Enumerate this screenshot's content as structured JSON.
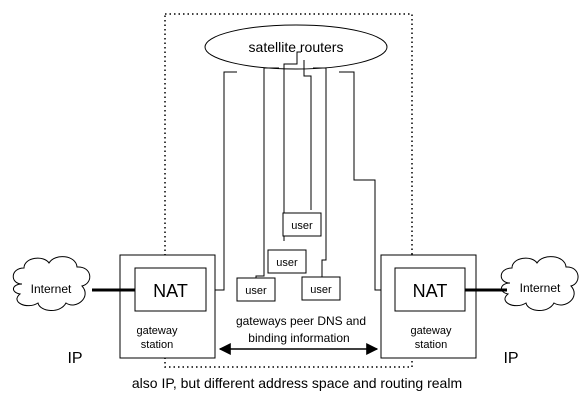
{
  "satellite": {
    "label": "satellite routers"
  },
  "left": {
    "cloud_label": "Internet",
    "nat_label": "NAT",
    "station_line1": "gateway",
    "station_line2": "station",
    "realm_label": "IP"
  },
  "right": {
    "cloud_label": "Internet",
    "nat_label": "NAT",
    "station_line1": "gateway",
    "station_line2": "station",
    "realm_label": "IP"
  },
  "users": [
    "user",
    "user",
    "user",
    "user"
  ],
  "peering": {
    "line1": "gateways peer DNS and",
    "line2": "binding information"
  },
  "realm_caption": "also IP, but different address space and routing realm"
}
